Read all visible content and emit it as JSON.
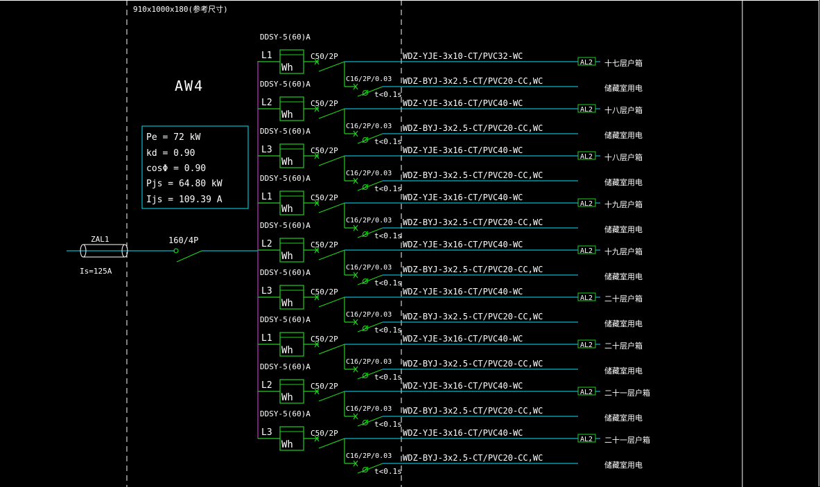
{
  "colors": {
    "background": "#000000",
    "text": "#ffffff",
    "wire_cyan": "#00e5ff",
    "device_green": "#1fd21f",
    "bus_magenta": "#c832c8",
    "frame_white": "#ffffff"
  },
  "header": {
    "dimension_note": "910x1000x180(参考尺寸)"
  },
  "panel": {
    "name": "AW4"
  },
  "load_calc": {
    "pe": "Pe = 72 kW",
    "kd": "kd = 0.90",
    "cos": "cosΦ = 0.90",
    "pjs": "Pjs = 64.80 kW",
    "ijs": "Ijs = 109.39 A"
  },
  "incoming": {
    "cable_tag": "ZAL1",
    "setting": "Is=125A",
    "main_breaker": "160/4P"
  },
  "branches": [
    {
      "meter_model": "DDSY-5(60)A",
      "phase": "L1",
      "meter_label": "Wh",
      "breaker": "C50/2P",
      "feeder_cable": "WDZ-YJE-3x10-CT/PVC32-WC",
      "box_tag": "AL2",
      "destination": "十七层户箱",
      "rcd": "C16/2P/0.03",
      "rcd_time": "t<0.1s",
      "storage_cable": "WDZ-BYJ-3x2.5-CT/PVC20-CC,WC",
      "storage_dest": "储藏室用电"
    },
    {
      "meter_model": "DDSY-5(60)A",
      "phase": "L2",
      "meter_label": "Wh",
      "breaker": "C50/2P",
      "feeder_cable": "WDZ-YJE-3x16-CT/PVC40-WC",
      "box_tag": "AL2",
      "destination": "十八层户箱",
      "rcd": "C16/2P/0.03",
      "rcd_time": "t<0.1s",
      "storage_cable": "WDZ-BYJ-3x2.5-CT/PVC20-CC,WC",
      "storage_dest": "储藏室用电"
    },
    {
      "meter_model": "DDSY-5(60)A",
      "phase": "L3",
      "meter_label": "Wh",
      "breaker": "C50/2P",
      "feeder_cable": "WDZ-YJE-3x16-CT/PVC40-WC",
      "box_tag": "AL2",
      "destination": "十八层户箱",
      "rcd": "C16/2P/0.03",
      "rcd_time": "t<0.1s",
      "storage_cable": "WDZ-BYJ-3x2.5-CT/PVC20-CC,WC",
      "storage_dest": "储藏室用电"
    },
    {
      "meter_model": "DDSY-5(60)A",
      "phase": "L1",
      "meter_label": "Wh",
      "breaker": "C50/2P",
      "feeder_cable": "WDZ-YJE-3x16-CT/PVC40-WC",
      "box_tag": "AL2",
      "destination": "十九层户箱",
      "rcd": "C16/2P/0.03",
      "rcd_time": "t<0.1s",
      "storage_cable": "WDZ-BYJ-3x2.5-CT/PVC20-CC,WC",
      "storage_dest": "储藏室用电"
    },
    {
      "meter_model": "DDSY-5(60)A",
      "phase": "L2",
      "meter_label": "Wh",
      "breaker": "C50/2P",
      "feeder_cable": "WDZ-YJE-3x16-CT/PVC40-WC",
      "box_tag": "AL2",
      "destination": "十九层户箱",
      "rcd": "C16/2P/0.03",
      "rcd_time": "t<0.1s",
      "storage_cable": "WDZ-BYJ-3x2.5-CT/PVC20-CC,WC",
      "storage_dest": "储藏室用电"
    },
    {
      "meter_model": "DDSY-5(60)A",
      "phase": "L3",
      "meter_label": "Wh",
      "breaker": "C50/2P",
      "feeder_cable": "WDZ-YJE-3x16-CT/PVC40-WC",
      "box_tag": "AL2",
      "destination": "二十层户箱",
      "rcd": "C16/2P/0.03",
      "rcd_time": "t<0.1s",
      "storage_cable": "WDZ-BYJ-3x2.5-CT/PVC20-CC,WC",
      "storage_dest": "储藏室用电"
    },
    {
      "meter_model": "DDSY-5(60)A",
      "phase": "L1",
      "meter_label": "Wh",
      "breaker": "C50/2P",
      "feeder_cable": "WDZ-YJE-3x16-CT/PVC40-WC",
      "box_tag": "AL2",
      "destination": "二十层户箱",
      "rcd": "C16/2P/0.03",
      "rcd_time": "t<0.1s",
      "storage_cable": "WDZ-BYJ-3x2.5-CT/PVC20-CC,WC",
      "storage_dest": "储藏室用电"
    },
    {
      "meter_model": "DDSY-5(60)A",
      "phase": "L2",
      "meter_label": "Wh",
      "breaker": "C50/2P",
      "feeder_cable": "WDZ-YJE-3x16-CT/PVC40-WC",
      "box_tag": "AL2",
      "destination": "二十一层户箱",
      "rcd": "C16/2P/0.03",
      "rcd_time": "t<0.1s",
      "storage_cable": "WDZ-BYJ-3x2.5-CT/PVC20-CC,WC",
      "storage_dest": "储藏室用电"
    },
    {
      "meter_model": "DDSY-5(60)A",
      "phase": "L3",
      "meter_label": "Wh",
      "breaker": "C50/2P",
      "feeder_cable": "WDZ-YJE-3x16-CT/PVC40-WC",
      "box_tag": "AL2",
      "destination": "二十一层户箱",
      "rcd": "C16/2P/0.03",
      "rcd_time": "t<0.1s",
      "storage_cable": "WDZ-BYJ-3x2.5-CT/PVC20-CC,WC",
      "storage_dest": "储藏室用电"
    }
  ]
}
